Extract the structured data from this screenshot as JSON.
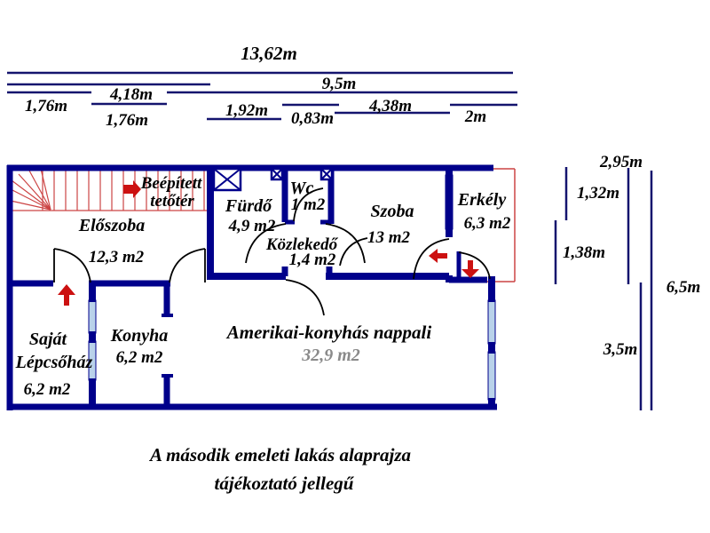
{
  "colors": {
    "wall": "#00008b",
    "dimension_line": "#14146e",
    "stair_red": "#cc4444",
    "arrow_red": "#cc1111",
    "window_glass": "#b9d2ea",
    "area_gray": "#8a8a8a",
    "text": "#000000"
  },
  "dims_top": {
    "total": "13,62m",
    "nine_five": "9,5m",
    "four_eighteen": "4,18m",
    "one_seventysix_a": "1,76m",
    "one_seventysix_b": "1,76m",
    "one_ninetytwo": "1,92m",
    "zero_eightythree": "0,83m",
    "four_thirtyeight": "4,38m",
    "two": "2m"
  },
  "dims_right": {
    "two_ninetyfive": "2,95m",
    "one_thirtytwo": "1,32m",
    "one_thirtyeight": "1,38m",
    "six_five": "6,5m",
    "three_five": "3,5m"
  },
  "rooms": {
    "tetoter": {
      "name1": "Beépített",
      "name2": "tetőtér"
    },
    "eloszoba": {
      "name": "Előszoba",
      "area": "12,3 m2"
    },
    "furdo": {
      "name": "Fürdő",
      "area": "4,9 m2"
    },
    "wc": {
      "name": "Wc",
      "area": "1 m2"
    },
    "kozlekedo": {
      "name": "Közlekedő",
      "area": "1,4 m2"
    },
    "szoba": {
      "name": "Szoba",
      "area": "13 m2"
    },
    "erkely": {
      "name": "Erkély",
      "area": "6,3 m2"
    },
    "lepcsohaz": {
      "name1": "Saját",
      "name2": "Lépcsőház",
      "area": "6,2 m2"
    },
    "konyha": {
      "name": "Konyha",
      "area": "6,2 m2"
    },
    "nappali": {
      "name": "Amerikai-konyhás nappali",
      "area": "32,9 m2"
    }
  },
  "caption": {
    "line1": "A második emeleti lakás alaprajza",
    "line2": "tájékoztató jellegű"
  }
}
